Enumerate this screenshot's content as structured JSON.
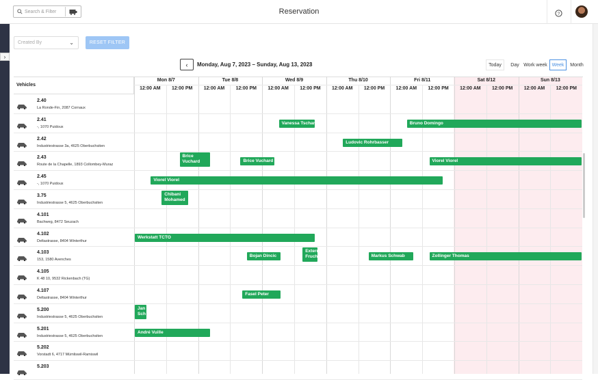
{
  "header": {
    "title": "Reservation",
    "search_placeholder": "Search & Filter"
  },
  "filters": {
    "created_by_placeholder": "Created By",
    "reset_label": "RESET FILTER"
  },
  "nav": {
    "date_range": "Monday, Aug 7, 2023 – Sunday, Aug 13, 2023",
    "prev": "‹",
    "next": "›"
  },
  "views": [
    {
      "label": "Today",
      "active": false
    },
    {
      "label": "Day",
      "active": false
    },
    {
      "label": "Work week",
      "active": false
    },
    {
      "label": "Week",
      "active": true
    },
    {
      "label": "Month",
      "active": false
    }
  ],
  "grid": {
    "vehicles_header": "Vehicles",
    "days": [
      "Mon 8/7",
      "Tue 8/8",
      "Wed 8/9",
      "Thu 8/10",
      "Fri 8/11",
      "Sat 8/12",
      "Sun 8/13"
    ],
    "time_labels": [
      "12:00 AM",
      "12:00 PM"
    ]
  },
  "vehicles": [
    {
      "name": "2.40",
      "address": "La Ronde-Fin, 2087 Cornaux"
    },
    {
      "name": "2.41",
      "address": "-, 1070 Puidoux"
    },
    {
      "name": "2.42",
      "address": "Industriestrasse 3a, 4625 Oberbuchsiten"
    },
    {
      "name": "2.43",
      "address": "Route de la Chapelle, 1893 Collombey-Muraz"
    },
    {
      "name": "2.45",
      "address": "-, 1070 Puidoux"
    },
    {
      "name": "3.75",
      "address": "Industriestrasse 5, 4625 Oberbuchsiten"
    },
    {
      "name": "4.101",
      "address": "Bachweg, 8472 Seuzach"
    },
    {
      "name": "4.102",
      "address": "Deltastrasse, 8404 Winterthur"
    },
    {
      "name": "4.103",
      "address": "153, 1580 Avenches"
    },
    {
      "name": "4.105",
      "address": "K 48 10, 9532 Rickenbach (TG)"
    },
    {
      "name": "4.107",
      "address": "Deltastrasse, 8404 Winterthur"
    },
    {
      "name": "5.200",
      "address": "Industriestrasse 5, 4625 Oberbuchsiten"
    },
    {
      "name": "5.201",
      "address": "Industriestrasse 5, 4625 Oberbuchsiten"
    },
    {
      "name": "5.202",
      "address": "Vorstadt 6, 4717 Mümliswil-Ramiswil"
    },
    {
      "name": "5.203",
      "address": ""
    }
  ],
  "events": [
    {
      "row": 1,
      "label": "Vanessa Tschan",
      "start_day": 2.25,
      "end_day": 2.83
    },
    {
      "row": 1,
      "label": "Bruno Domingo",
      "start_day": 4.25,
      "end_day": 7.0
    },
    {
      "row": 2,
      "label": "Ludovic Rohrbasser",
      "start_day": 3.25,
      "end_day": 4.2
    },
    {
      "row": 3,
      "label": "Brice Vuchard",
      "start_day": 0.7,
      "end_day": 1.2
    },
    {
      "row": 3,
      "label": "Brice Vuchard",
      "start_day": 1.65,
      "end_day": 2.2
    },
    {
      "row": 3,
      "label": "Viorel Viorel",
      "start_day": 4.6,
      "end_day": 7.0
    },
    {
      "row": 4,
      "label": "Viorel Viorel",
      "start_day": 0.25,
      "end_day": 4.83
    },
    {
      "row": 5,
      "label": "Chibani Mohamed",
      "start_day": 0.42,
      "end_day": 0.86
    },
    {
      "row": 7,
      "label": "Werkstatt TCTO",
      "start_day": 0.0,
      "end_day": 2.83
    },
    {
      "row": 8,
      "label": "Bojan Dincic",
      "start_day": 1.75,
      "end_day": 2.3
    },
    {
      "row": 8,
      "label": "Extern Fruchi",
      "start_day": 2.62,
      "end_day": 2.87
    },
    {
      "row": 8,
      "label": "Markus Schwab",
      "start_day": 3.65,
      "end_day": 4.37
    },
    {
      "row": 8,
      "label": "Zollinger Thomas",
      "start_day": 4.6,
      "end_day": 7.0
    },
    {
      "row": 10,
      "label": "Fasel Peter",
      "start_day": 1.68,
      "end_day": 2.3
    },
    {
      "row": 11,
      "label": "Jan Sch",
      "start_day": 0.0,
      "end_day": 0.2
    },
    {
      "row": 12,
      "label": "André Vuille",
      "start_day": 0.0,
      "end_day": 1.2
    }
  ],
  "colors": {
    "event": "#21a85a",
    "weekend": "#fdecef",
    "rail": "#2e3345",
    "accent": "#4a90e2"
  }
}
